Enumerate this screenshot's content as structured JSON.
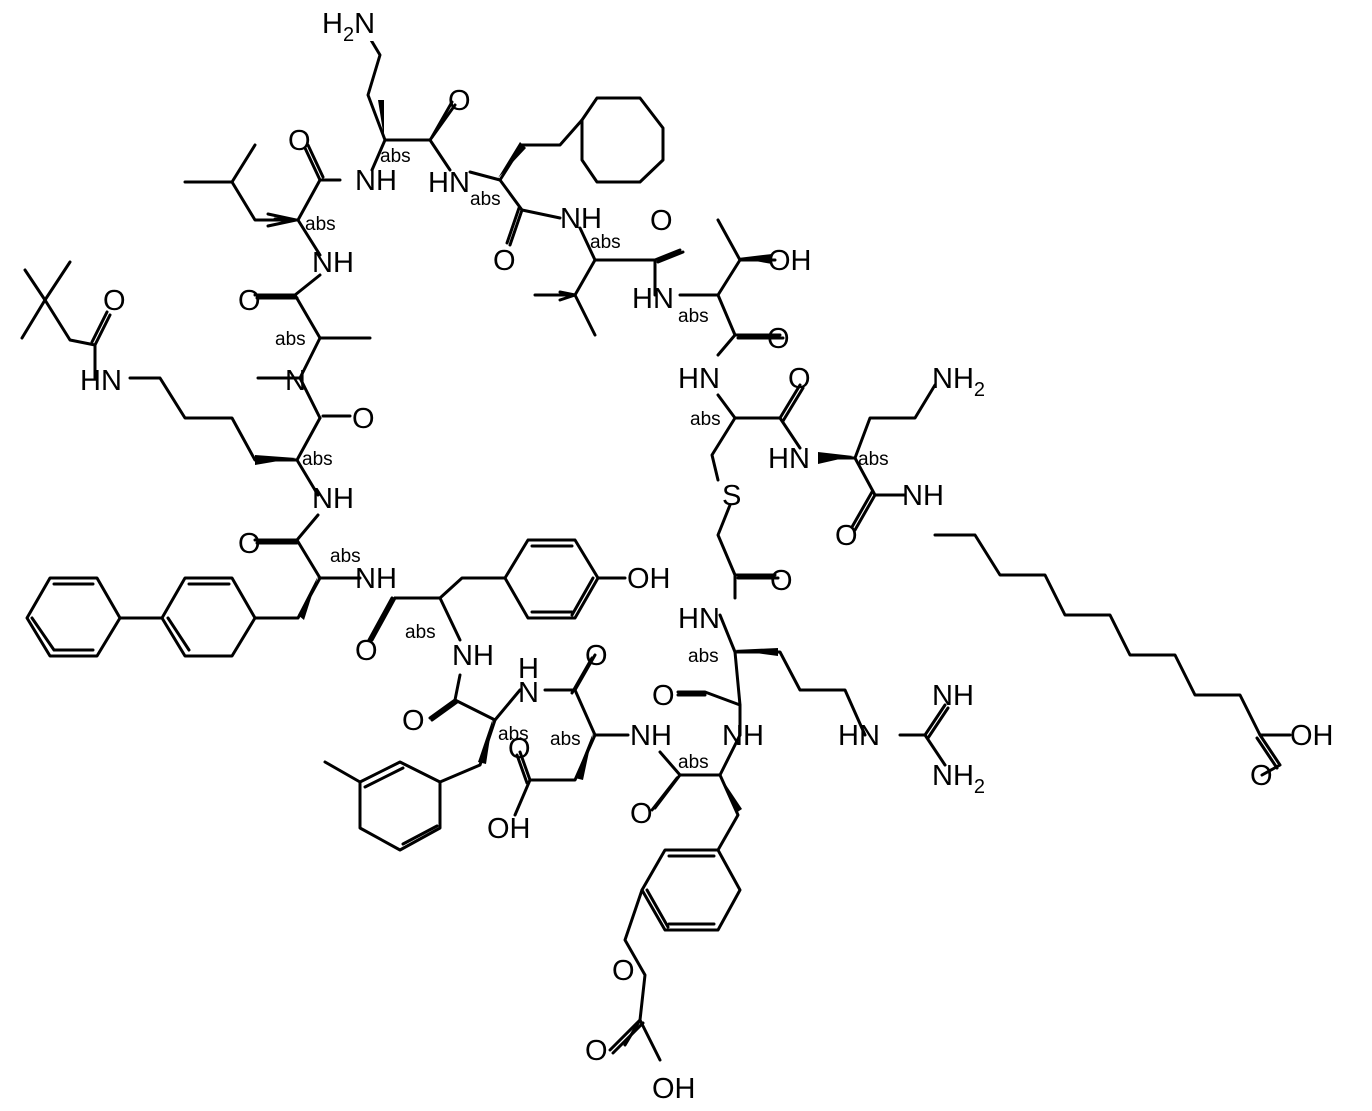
{
  "stereo_tag": "abs",
  "labels": {
    "h2n_top": "H2N",
    "nh_top_left": "NH",
    "hn_cyc": "HN",
    "o_top": "O",
    "o_leu": "O",
    "nh_leu": "NH",
    "o_ala": "O",
    "nme": "N",
    "o_lys": "O",
    "o_piv": "O",
    "hn_piv": "HN",
    "nh_bip": "NH",
    "o_bip": "O",
    "nh_tyr": "NH",
    "oh_tyr": "OH",
    "o_tyr": "O",
    "nh_tyr2": "NH",
    "o_mphe": "O",
    "nh_asp_h": "H",
    "n_asp": "N",
    "o_asp": "O",
    "o_asp_acid": "O",
    "oh_asp": "OH",
    "nh_asp2": "NH",
    "o_tyr_o": "O",
    "nh_arg": "NH",
    "o_arg": "O",
    "hn_arg_n": "HN",
    "o_thioac": "O",
    "s": "S",
    "hn_thr": "HN",
    "o_val": "O",
    "nh_val": "NH",
    "o_cyc": "O",
    "oh_thr": "OH",
    "o_thr": "O",
    "hn_cys": "HN",
    "o_cys": "O",
    "hn_dab": "HN",
    "nh2_dab": "NH2",
    "o_dab": "O",
    "nh_dab": "NH",
    "hn_guan": "HN",
    "nh_guan": "NH",
    "nh2_guan": "NH2",
    "o_acid": "O",
    "oh_acid": "OH",
    "o_oac": "O",
    "o_gly": "O",
    "oh_gly": "OH"
  }
}
